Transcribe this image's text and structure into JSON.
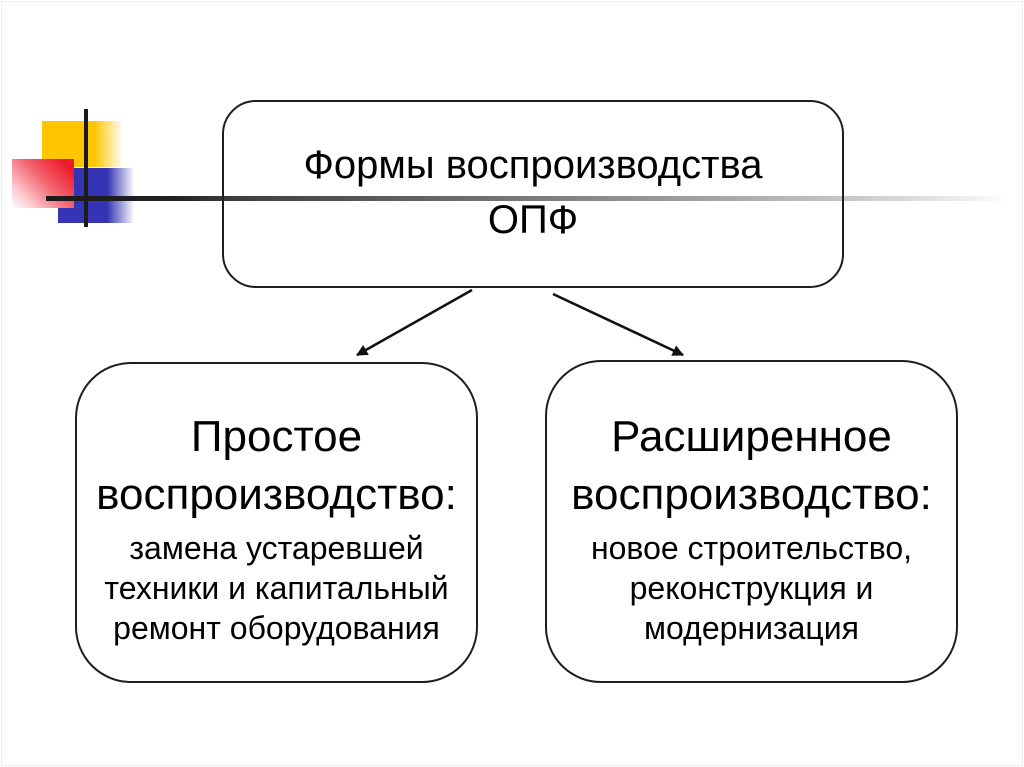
{
  "slide": {
    "top_box": {
      "line1": "Формы воспроизводства",
      "line2": "ОПФ"
    },
    "left_box": {
      "title_line1": "Простое",
      "title_line2": "воспроизводство:",
      "body_line1": "замена устаревшей",
      "body_line2": "техники и капитальный",
      "body_line3": "ремонт оборудования"
    },
    "right_box": {
      "title_line1": "Расширенное",
      "title_line2": "воспроизводство:",
      "body_line1": "новое строительство,",
      "body_line2": "реконструкция и",
      "body_line3": "модернизация"
    },
    "decoration": {
      "yellow": "#FFC502",
      "red": "#EC1C2C",
      "blue": "#3434B4",
      "line_dark": "#1B1B1B"
    }
  }
}
